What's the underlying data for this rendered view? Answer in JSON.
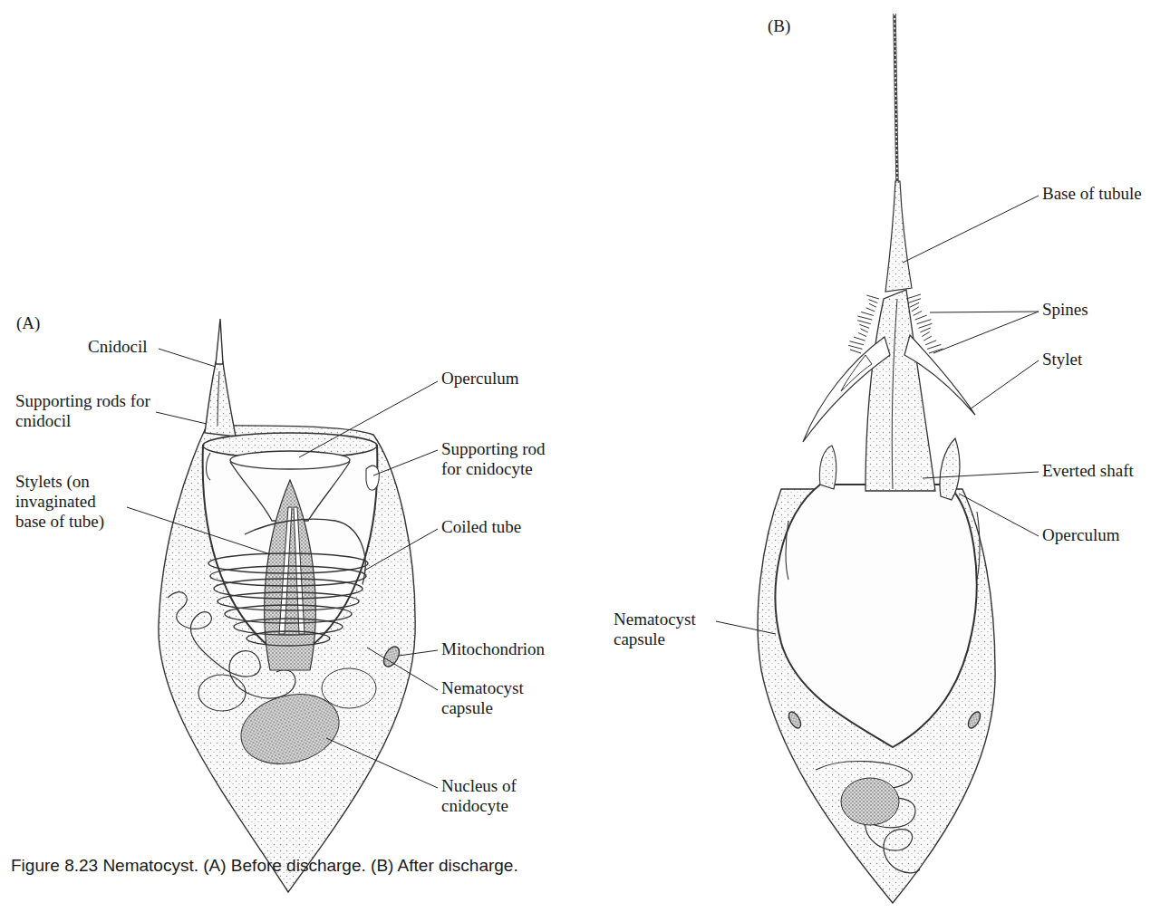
{
  "diagram": {
    "caption": "Figure 8.23 Nematocyst. (A) Before discharge. (B) After discharge.",
    "labels": [
      "(A)",
      "(B)",
      "Cnidocil",
      "Supporting rods for cnidocil",
      "Operculum",
      "Supporting rod for cnidocyte",
      "Stylets (on invaginated base of tube)",
      "Coiled tube",
      "Mitochondrion",
      "Nematocyst capsule",
      "Nucleus of cnidocyte",
      "Base of tubule",
      "Spines",
      "Stylet",
      "Everted shaft",
      "Operculum",
      "Nematocyst capsule"
    ]
  }
}
